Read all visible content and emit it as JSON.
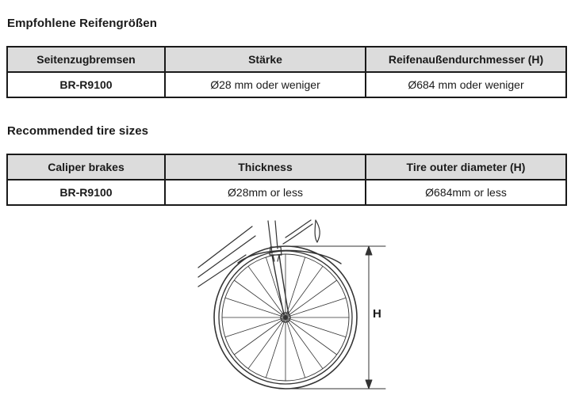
{
  "german": {
    "heading": "Empfohlene Reifengrößen",
    "headers": [
      "Seitenzugbremsen",
      "Stärke",
      "Reifenaußendurchmesser (H)"
    ],
    "row": [
      "BR-R9100",
      "Ø28 mm oder weniger",
      "Ø684 mm oder weniger"
    ]
  },
  "english": {
    "heading": "Recommended tire sizes",
    "headers": [
      "Caliper brakes",
      "Thickness",
      "Tire outer diameter (H)"
    ],
    "row": [
      "BR-R9100",
      "Ø28mm or less",
      "Ø684mm or less"
    ]
  },
  "figure": {
    "dimension_label": "H"
  }
}
